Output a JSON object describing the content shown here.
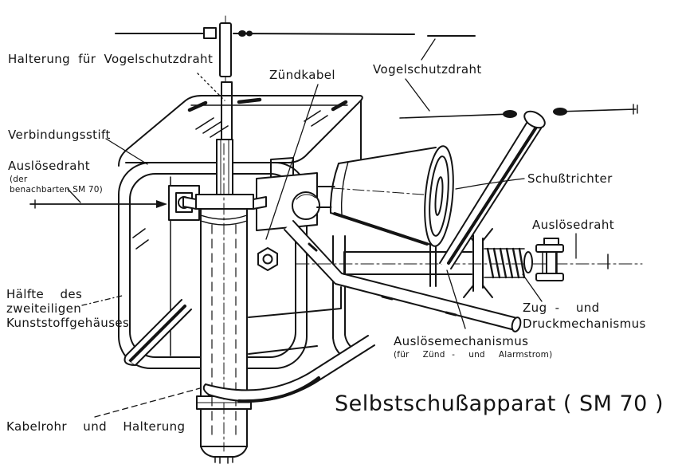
{
  "figure": {
    "title": "Selbstschußapparat ( SM 70 )",
    "kind": "technical line drawing",
    "colors": {
      "ink": "#141414",
      "paper": "#ffffff"
    }
  },
  "labels": {
    "halterung": "Halterung für Vogelschutzdraht",
    "verbindungsstift": "Verbindungsstift",
    "ausloesedraht_links": "Auslösedraht",
    "ausloesedraht_links_sub1": "(der",
    "ausloesedraht_links_sub2": "benachbarten SM 70)",
    "zuendkabel": "Zündkabel",
    "vogelschutzdraht": "Vogelschutzdraht",
    "schusstrichter": "Schußtrichter",
    "ausloesedraht_rechts": "Auslösedraht",
    "zug_und": "Zug -  und",
    "druckmechanismus": "Druckmechanismus",
    "ausloesemechanismus": "Auslösemechanismus",
    "ausloesemechanismus_sub": "(für  Zünd -  und  Alarmstrom)",
    "gehaeuse_zeile1": "Hälfte  des",
    "gehaeuse_zeile2": "zweiteiligen",
    "gehaeuse_zeile3": "Kunststoffgehäuses",
    "kabelrohr": "Kabelrohr  und  Halterung"
  }
}
